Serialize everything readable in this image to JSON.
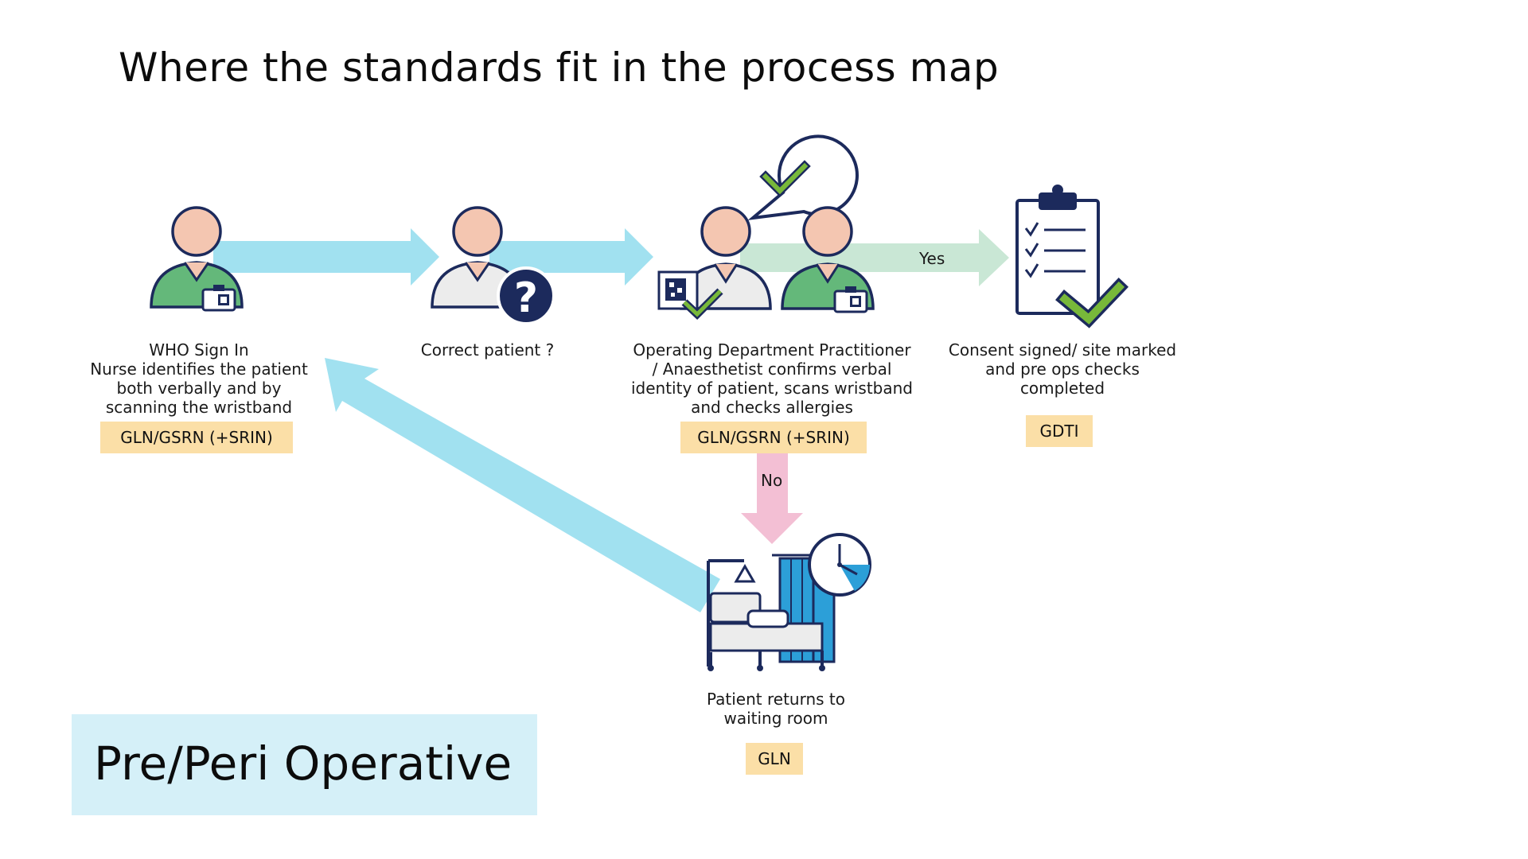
{
  "title": "Where the standards fit in the process map",
  "steps": [
    {
      "caption": [
        "WHO Sign In",
        "Nurse identifies the patient",
        "both verbally and by",
        "scanning the wristband"
      ],
      "standard": "GLN/GSRN (+SRIN)"
    },
    {
      "caption": [
        "Correct patient ?"
      ]
    },
    {
      "caption": [
        "Operating Department Practitioner",
        "/ Anaesthetist confirms verbal",
        "identity of patient, scans wristband",
        "and checks allergies"
      ],
      "standard": "GLN/GSRN (+SRIN)"
    },
    {
      "caption": [
        "Consent signed/ site marked",
        "and pre ops checks",
        "completed"
      ],
      "standard": "GDTI"
    },
    {
      "caption": [
        "Patient returns to",
        "waiting room"
      ],
      "standard": "GLN"
    }
  ],
  "edges": {
    "yes_label": "Yes",
    "no_label": "No"
  },
  "phase_label": "Pre/Peri Operative",
  "colors": {
    "flow_arrow": "#a1e1f0",
    "yes_arrow": "#c9e7d5",
    "no_arrow": "#f3bfd4",
    "standard_tag": "#fbdfa7",
    "phase_box": "#d5f0f8",
    "navy": "#1c2a5c",
    "skin": "#f4c6b1",
    "green_uniform": "#64b87a",
    "check_green": "#78b83a"
  },
  "icons": [
    "nurse-icon",
    "question-icon",
    "speech-check-icon",
    "clipboard-checklist-icon",
    "hospital-bed-clock-icon"
  ]
}
